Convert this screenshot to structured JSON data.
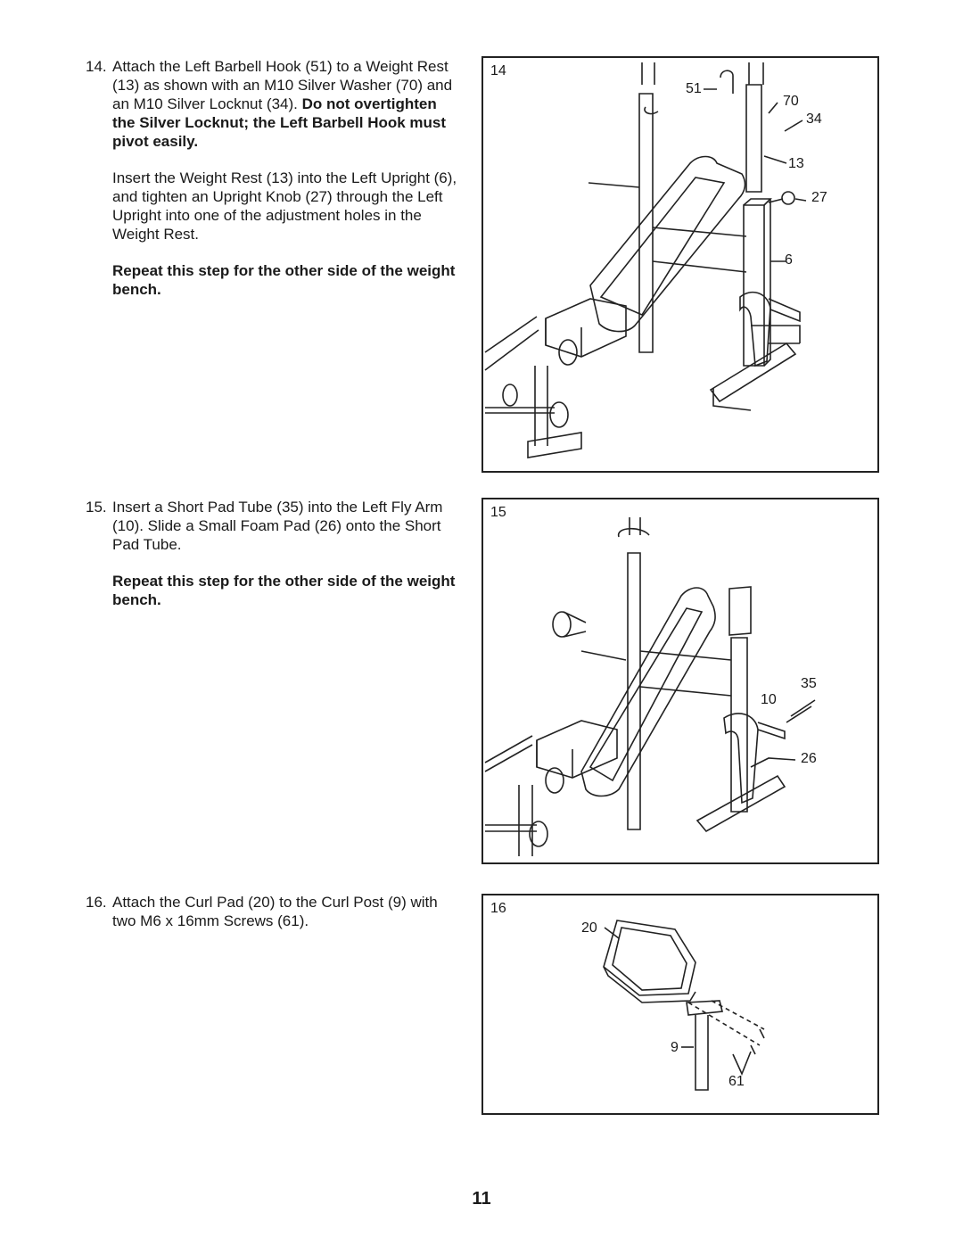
{
  "step14": {
    "num": "14.",
    "p1_plain": "Attach the Left Barbell Hook (51) to a Weight Rest (13) as shown with an M10 Silver Washer (70) and an M10 Silver Locknut (34).",
    "p1_bold": "Do not overtighten the Silver Locknut; the Left Barbell Hook must pivot easily.",
    "p2": "Insert the Weight Rest (13) into the Left Upright (6), and tighten an Upright Knob (27) through the Left Upright into one of the adjustment holes in the Weight Rest.",
    "repeat": "Repeat this step for the other side of the weight bench."
  },
  "step15": {
    "num": "15.",
    "p1": "Insert a Short Pad Tube (35) into the Left Fly Arm (10). Slide a Small Foam Pad (26) onto the Short Pad Tube.",
    "repeat": "Repeat this step for the other side of the weight bench."
  },
  "step16": {
    "num": "16.",
    "p1": "Attach the Curl Pad (20) to the Curl Post (9) with two M6 x 16mm Screws (61)."
  },
  "fig14": {
    "number": "14",
    "labels": {
      "l51": "51",
      "l70": "70",
      "l34": "34",
      "l13": "13",
      "l27": "27",
      "l6": "6"
    }
  },
  "fig15": {
    "number": "15",
    "labels": {
      "l35": "35",
      "l10": "10",
      "l26": "26"
    }
  },
  "fig16": {
    "number": "16",
    "labels": {
      "l20": "20",
      "l9": "9",
      "l61": "61"
    }
  },
  "page_number": "11"
}
